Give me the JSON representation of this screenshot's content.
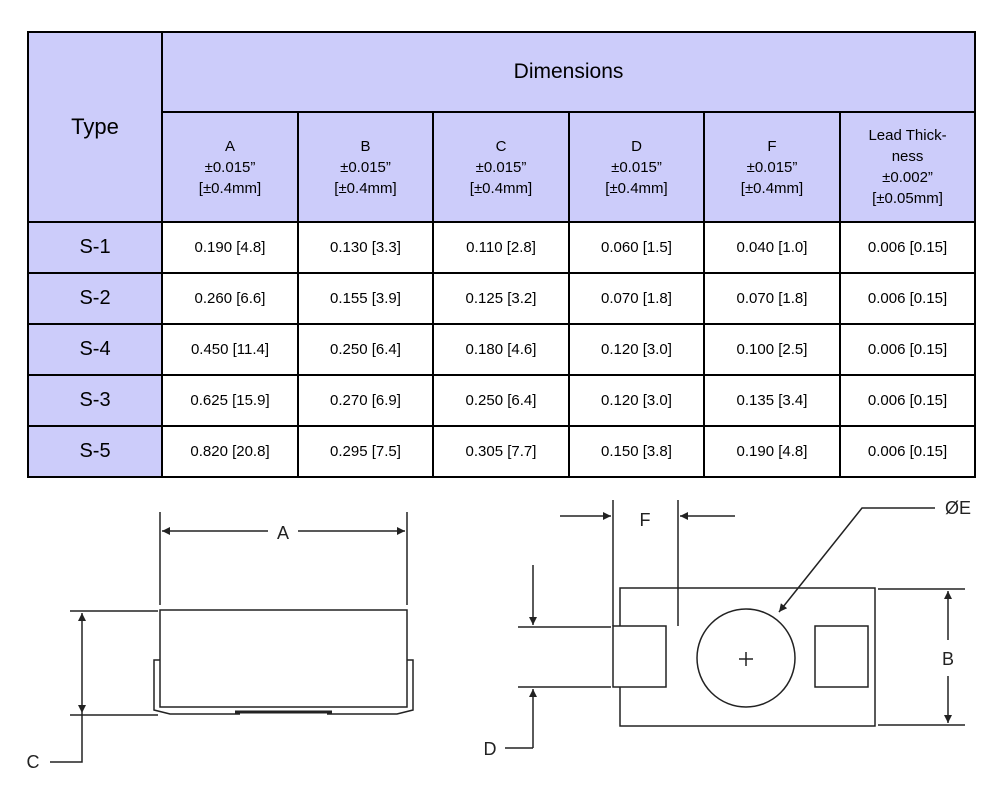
{
  "table": {
    "type_header": "Type",
    "dimensions_header": "Dimensions",
    "columns": [
      {
        "lines": [
          "A",
          "±0.015”",
          "[±0.4mm]"
        ]
      },
      {
        "lines": [
          "B",
          "±0.015”",
          "[±0.4mm]"
        ]
      },
      {
        "lines": [
          "C",
          "±0.015”",
          "[±0.4mm]"
        ]
      },
      {
        "lines": [
          "D",
          "±0.015”",
          "[±0.4mm]"
        ]
      },
      {
        "lines": [
          "F",
          "±0.015”",
          "[±0.4mm]"
        ]
      },
      {
        "lines": [
          "Lead Thick-",
          "ness",
          "±0.002”",
          "[±0.05mm]"
        ]
      }
    ],
    "rows": [
      {
        "type": "S-1",
        "values": [
          "0.190 [4.8]",
          "0.130 [3.3]",
          "0.110 [2.8]",
          "0.060 [1.5]",
          "0.040 [1.0]",
          "0.006 [0.15]"
        ]
      },
      {
        "type": "S-2",
        "values": [
          "0.260 [6.6]",
          "0.155 [3.9]",
          "0.125 [3.2]",
          "0.070 [1.8]",
          "0.070 [1.8]",
          "0.006 [0.15]"
        ]
      },
      {
        "type": "S-4",
        "values": [
          "0.450 [11.4]",
          "0.250 [6.4]",
          "0.180 [4.6]",
          "0.120 [3.0]",
          "0.100 [2.5]",
          "0.006 [0.15]"
        ]
      },
      {
        "type": "S-3",
        "values": [
          "0.625 [15.9]",
          "0.270 [6.9]",
          "0.250 [6.4]",
          "0.120 [3.0]",
          "0.135 [3.4]",
          "0.006 [0.15]"
        ]
      },
      {
        "type": "S-5",
        "values": [
          "0.820 [20.8]",
          "0.295 [7.5]",
          "0.305 [7.7]",
          "0.150 [3.8]",
          "0.190 [4.8]",
          "0.006 [0.15]"
        ]
      }
    ]
  },
  "drawing": {
    "side_view": {
      "label_a": "A",
      "label_c": "C"
    },
    "top_view": {
      "label_f": "F",
      "label_e": "ØE",
      "label_b": "B",
      "label_d": "D"
    }
  }
}
